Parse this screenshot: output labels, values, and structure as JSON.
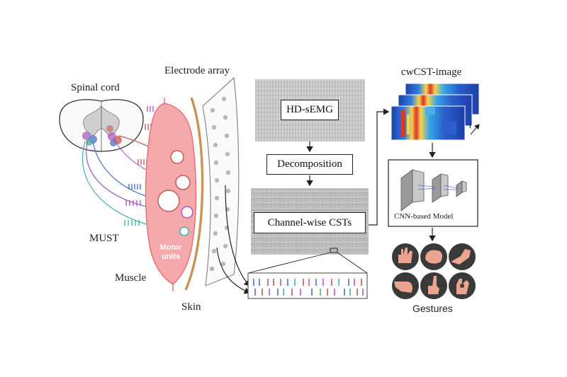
{
  "labels": {
    "spinal_cord": "Spinal cord",
    "electrode_array": "Electrode array",
    "must": "MUST",
    "muscle": "Muscle",
    "skin": "Skin",
    "motor_units_line1": "Motor",
    "motor_units_line2": "units",
    "hd_semg": "HD-sEMG",
    "decomposition": "Decomposition",
    "channel_wise_csts": "Channel-wise CSTs",
    "cwcst_image": "cwCST-image",
    "time_axis": "t",
    "cnn_model": "CNN-based Model",
    "gestures": "Gestures"
  },
  "colors": {
    "muscle_fill": "#f6a9ab",
    "muscle_stroke": "#e56e74",
    "skin": "#c9965a",
    "mu_purple": "#b05bc4",
    "mu_blue": "#4d6fc4",
    "mu_teal": "#45b2a6",
    "mu_red": "#c25a5a",
    "gesture_bg": "#3a3a3a",
    "hand": "#eaa48f"
  },
  "icons": {
    "gesture_1": "open-hand-icon",
    "gesture_2": "fist-icon",
    "gesture_3": "wrist-extension-icon",
    "gesture_4": "wrist-flexion-icon",
    "gesture_5": "pointing-hand-icon",
    "gesture_6": "ok-sign-icon"
  }
}
